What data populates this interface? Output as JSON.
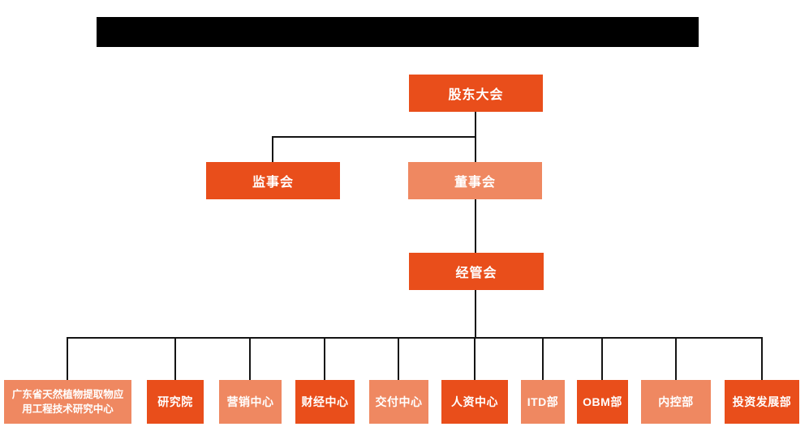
{
  "page": {
    "background": "#ffffff",
    "title_redacted": true
  },
  "colors": {
    "primary_orange": "#E94E1B",
    "secondary_salmon": "#EF8861",
    "connector_line": "#141414",
    "redaction_bar": "#000000",
    "node_text": "#ffffff"
  },
  "org_chart": {
    "type": "org-tree",
    "root": {
      "label": "股东大会",
      "variant": "primary"
    },
    "supervisory": {
      "label": "监事会",
      "variant": "primary"
    },
    "board": {
      "label": "董事会",
      "variant": "secondary"
    },
    "management": {
      "label": "经管会",
      "variant": "primary"
    },
    "departments": [
      {
        "label": "广东省天然植物提取物应用工程技术研究中心",
        "variant": "secondary"
      },
      {
        "label": "研究院",
        "variant": "primary"
      },
      {
        "label": "营销中心",
        "variant": "secondary"
      },
      {
        "label": "财经中心",
        "variant": "primary"
      },
      {
        "label": "交付中心",
        "variant": "secondary"
      },
      {
        "label": "人资中心",
        "variant": "primary"
      },
      {
        "label": "ITD部",
        "variant": "secondary"
      },
      {
        "label": "OBM部",
        "variant": "primary"
      },
      {
        "label": "内控部",
        "variant": "secondary"
      },
      {
        "label": "投资发展部",
        "variant": "primary"
      }
    ],
    "edges": [
      "股东大会 → 监事会",
      "股东大会 → 董事会",
      "董事会 → 经管会",
      "经管会 → 广东省天然植物提取物应用工程技术研究中心",
      "经管会 → 研究院",
      "经管会 → 营销中心",
      "经管会 → 财经中心",
      "经管会 → 交付中心",
      "经管会 → 人资中心",
      "经管会 → ITD部",
      "经管会 → OBM部",
      "经管会 → 内控部",
      "经管会 → 投资发展部"
    ]
  }
}
